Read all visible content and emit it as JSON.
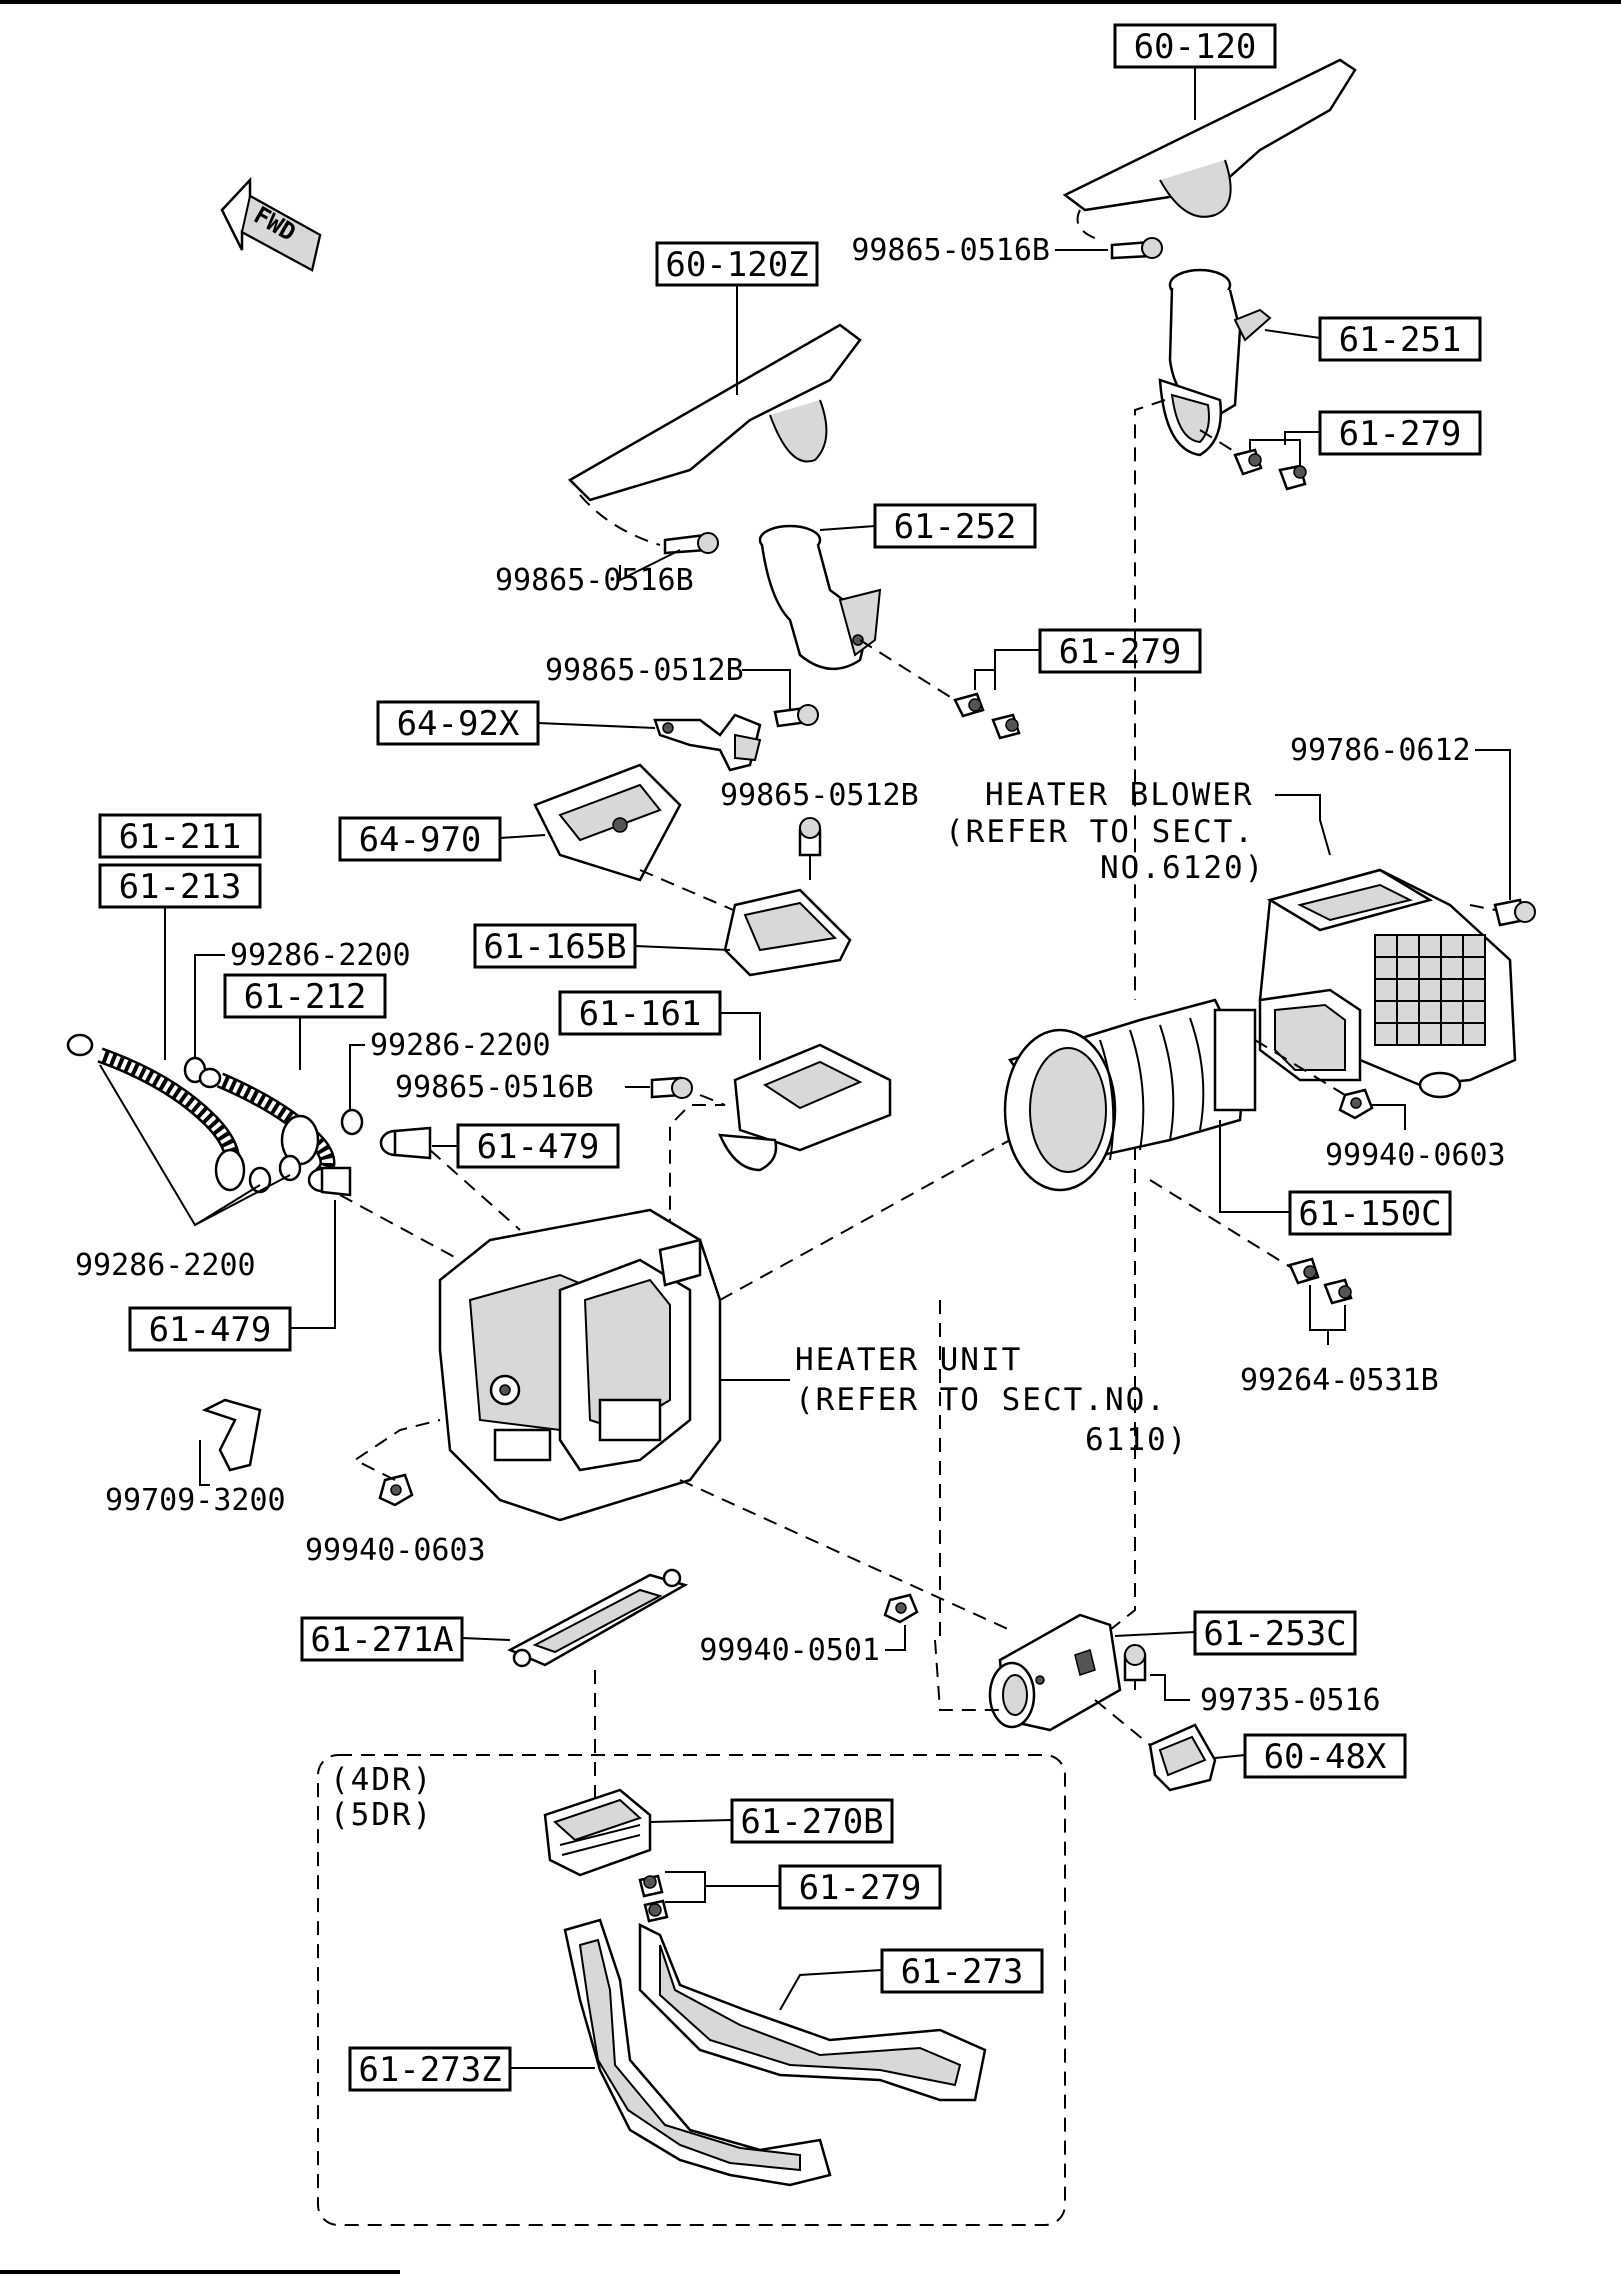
{
  "orientation": {
    "arrow_label": "FWD"
  },
  "parts": {
    "p60_120": "60-120",
    "p60_120Z": "60-120Z",
    "p61_251": "61-251",
    "p61_279_a": "61-279",
    "p61_252": "61-252",
    "p61_279_b": "61-279",
    "p64_92X": "64-92X",
    "p64_970": "64-970",
    "p61_211": "61-211",
    "p61_213": "61-213",
    "p61_212": "61-212",
    "p61_165B": "61-165B",
    "p61_161": "61-161",
    "p61_479_a": "61-479",
    "p61_479_b": "61-479",
    "p61_150C": "61-150C",
    "p61_271A": "61-271A",
    "p61_253C": "61-253C",
    "p60_48X": "60-48X",
    "p61_270B": "61-270B",
    "p61_279_c": "61-279",
    "p61_273": "61-273",
    "p61_273Z": "61-273Z"
  },
  "fasteners": {
    "f_0516B_top": "99865-0516B",
    "f_0516B_left": "99865-0516B",
    "f_0512B_a": "99865-0512B",
    "f_0512B_b": "99865-0512B",
    "f_0516B_mid": "99865-0516B",
    "f_99286_a": "99286-2200",
    "f_99286_b": "99286-2200",
    "f_99286_c": "99286-2200",
    "f_99786": "99786-0612",
    "f_99940_a": "99940-0603",
    "f_99264": "99264-0531B",
    "f_99709": "99709-3200",
    "f_99940_b": "99940-0603",
    "f_99940_0501": "99940-0501",
    "f_99735": "99735-0516"
  },
  "notes": {
    "blower_l1": "HEATER BLOWER",
    "blower_l2": "(REFER TO SECT.",
    "blower_l3": "NO.6120)",
    "unit_l1": "HEATER UNIT",
    "unit_l2": "(REFER TO SECT.NO.",
    "unit_l3": "6110)",
    "variant_l1": "(4DR)",
    "variant_l2": "(5DR)"
  }
}
